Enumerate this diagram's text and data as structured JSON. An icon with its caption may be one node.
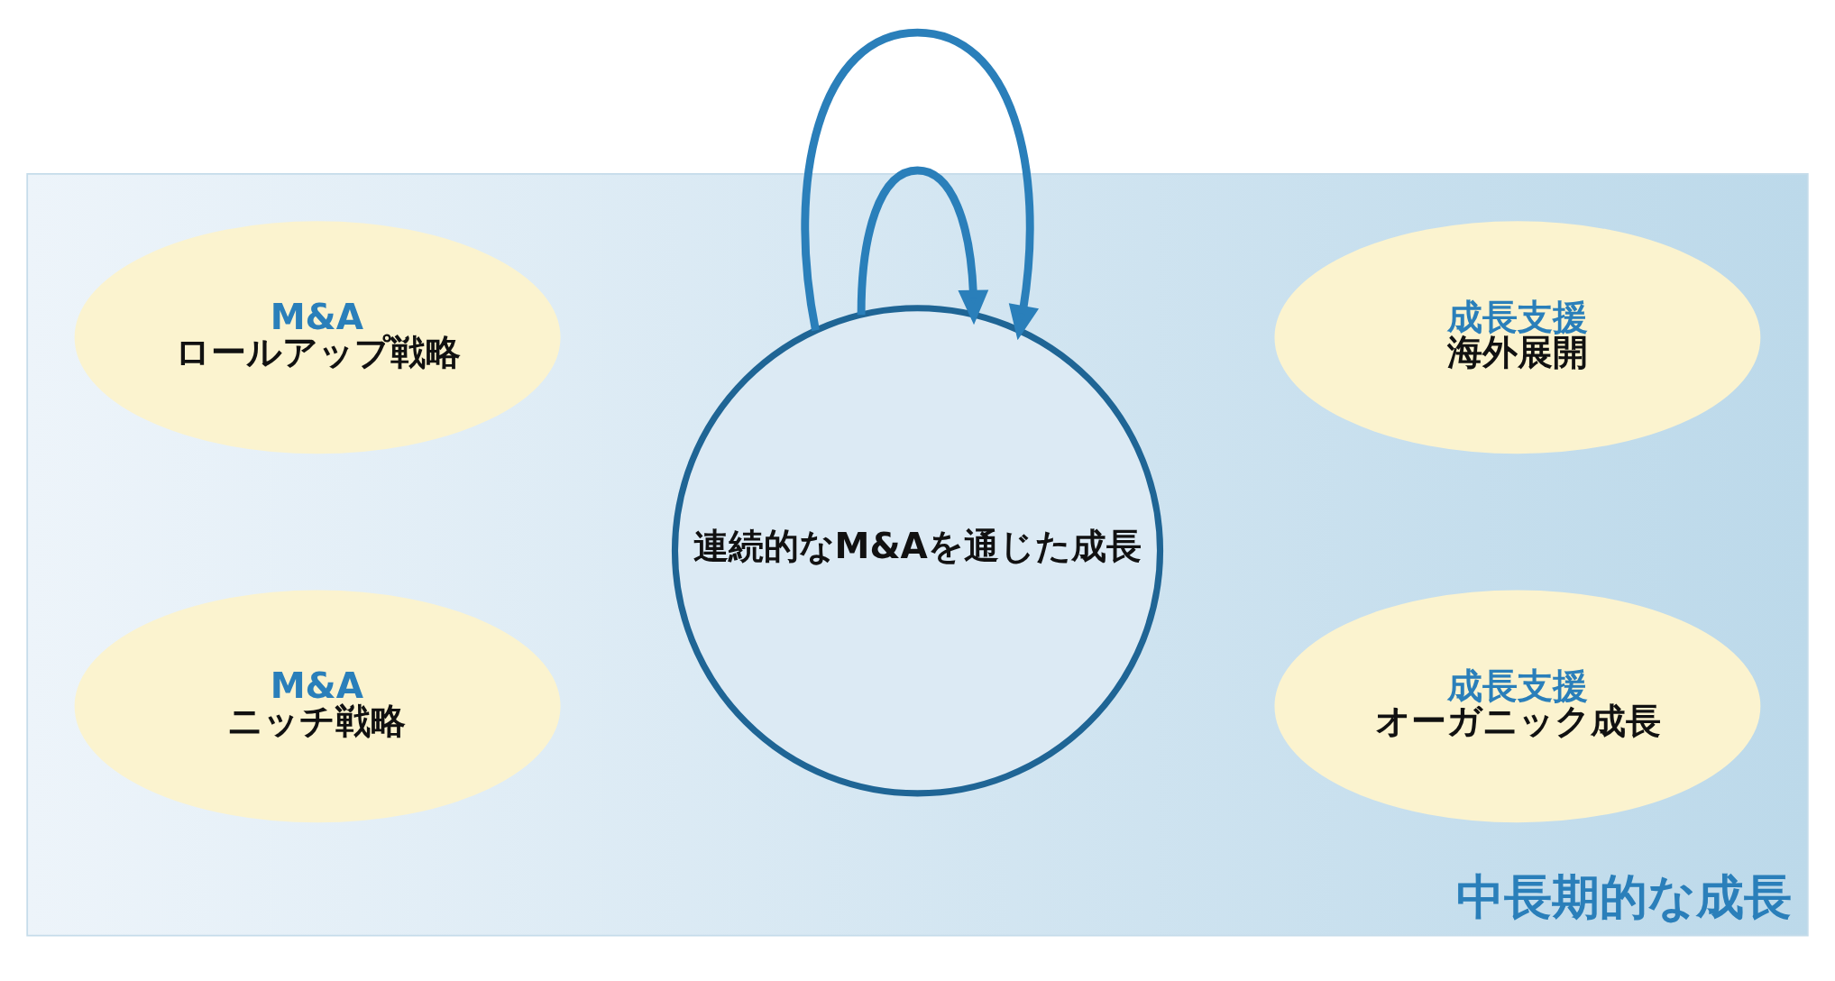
{
  "diagram": {
    "nodes": [
      {
        "text": [
          "中長期的な成長"
        ]
      },
      {
        "text": [
          "M&A",
          "ロールアップ戦略"
        ],
        "in": 0
      },
      {
        "text": [
          "成長支援",
          "オーガニック成長"
        ],
        "in": 0
      },
      {
        "text": [
          "連続的なM&Aを通じた成長"
        ],
        "in": 0
      },
      {
        "text": [
          "M&A",
          "ニッチ戦略"
        ],
        "in": 0
      },
      {
        "text": [
          "成長支援",
          "海外展開"
        ],
        "in": 0
      }
    ],
    "edges": [
      {
        "from": 3,
        "to": 3,
        "arrow": "to"
      },
      {
        "from": 3,
        "to": 3,
        "arrow": "to"
      }
    ]
  }
}
